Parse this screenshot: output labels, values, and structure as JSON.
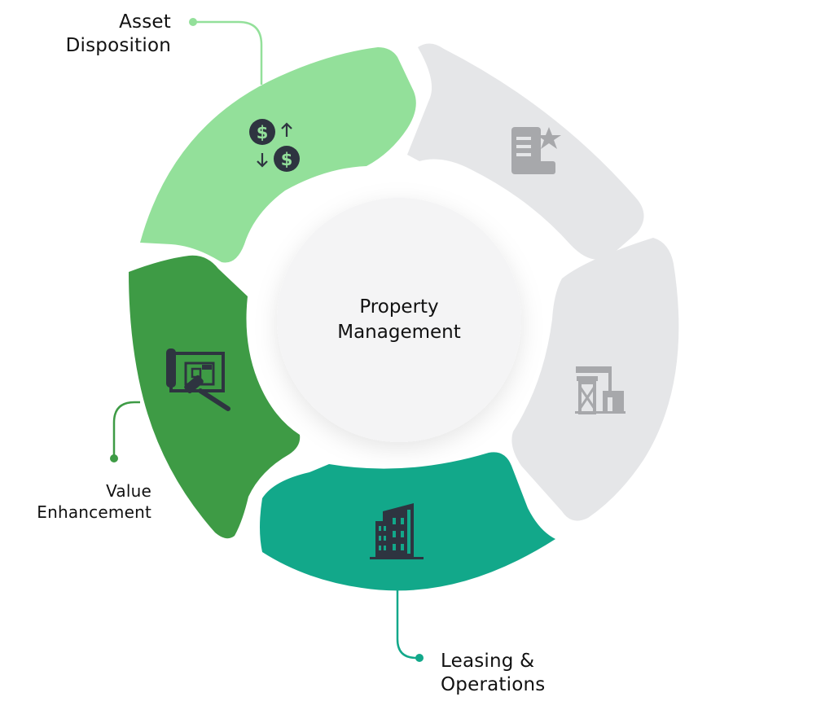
{
  "center": {
    "line1": "Property",
    "line2": "Management"
  },
  "segments": [
    {
      "name": "asset-disposition",
      "label_line1": "Asset",
      "label_line2": "Disposition",
      "color": "#93e09a",
      "icon": "dollar-exchange-icon"
    },
    {
      "name": "top-right",
      "label_line1": "",
      "label_line2": "",
      "color": "#e5e6e8",
      "icon": "document-star-icon"
    },
    {
      "name": "right",
      "label_line1": "",
      "label_line2": "",
      "color": "#e5e6e8",
      "icon": "construction-crane-icon"
    },
    {
      "name": "leasing-operations",
      "label_line1": "Leasing &",
      "label_line2": "Operations",
      "color": "#12a88a",
      "icon": "office-building-icon"
    },
    {
      "name": "value-enhancement",
      "label_line1": "Value",
      "label_line2": "Enhancement",
      "color": "#3e9b45",
      "icon": "blueprint-hammer-icon"
    }
  ],
  "colors": {
    "icon_dark": "#2e3440",
    "icon_gray": "#a7a8ab",
    "center_bg": "#f4f4f5",
    "connector_light_green": "#93e09a",
    "connector_dark_green": "#3e9b45",
    "connector_teal": "#12a88a"
  }
}
